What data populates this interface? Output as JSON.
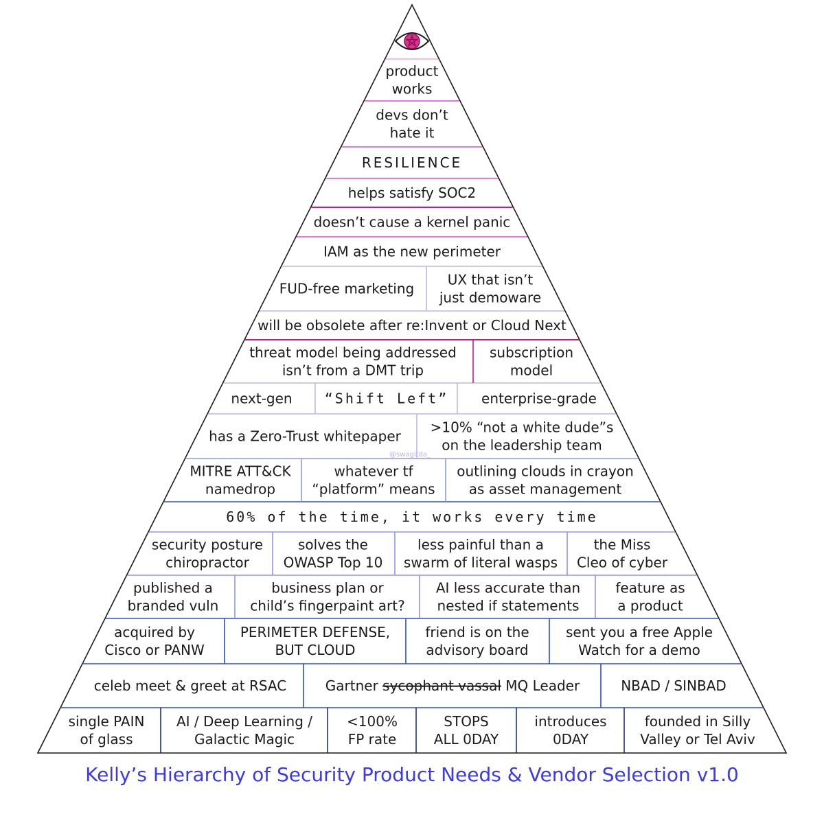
{
  "title": "Kelly’s Hierarchy of Security Product Needs & Vendor Selection v1.0",
  "watermark": "@swagitda_",
  "apex_icon": "all-seeing-eye-pentagram-icon",
  "colors": {
    "title": "#3a3ae6",
    "outline": "#1a1a1a",
    "apex_line": "#f5a6d8",
    "pink_line": "#e24ad0",
    "magenta_line": "#d6157f",
    "lavender_line": "#c1b6ec",
    "blue_line": "#8f95ee",
    "deep_blue_line": "#2a4fc4",
    "navy_line": "#1b2f88",
    "eye_iris": "#d8328f",
    "eye_pupil": "#8a0f4c"
  },
  "tiers": [
    {
      "cells": [
        {
          "lines": [
            "product",
            "works"
          ]
        }
      ]
    },
    {
      "cells": [
        {
          "lines": [
            "devs don’t",
            "hate it"
          ]
        }
      ]
    },
    {
      "cells": [
        {
          "lines": [
            "RESILIENCE"
          ],
          "style": "spaced"
        }
      ]
    },
    {
      "cells": [
        {
          "lines": [
            "helps satisfy SOC2"
          ]
        }
      ]
    },
    {
      "cells": [
        {
          "lines": [
            "doesn’t cause a kernel panic"
          ]
        }
      ]
    },
    {
      "cells": [
        {
          "lines": [
            "IAM as the new perimeter"
          ]
        }
      ]
    },
    {
      "cells": [
        {
          "lines": [
            "FUD-free marketing"
          ]
        },
        {
          "lines": [
            "UX that isn’t",
            "just demoware"
          ]
        }
      ]
    },
    {
      "cells": [
        {
          "lines": [
            "will be obsolete after re:Invent or Cloud Next"
          ]
        }
      ]
    },
    {
      "cells": [
        {
          "lines": [
            "threat model being addressed",
            "isn’t from a DMT trip"
          ]
        },
        {
          "lines": [
            "subscription",
            "model"
          ]
        }
      ]
    },
    {
      "cells": [
        {
          "lines": [
            "next-gen"
          ]
        },
        {
          "lines": [
            "“Shift Left”"
          ],
          "style": "quirky"
        },
        {
          "lines": [
            "enterprise-grade"
          ]
        }
      ]
    },
    {
      "cells": [
        {
          "lines": [
            "has a Zero-Trust whitepaper"
          ]
        },
        {
          "lines": [
            ">10% “not a white dude”s",
            "on the leadership team"
          ]
        }
      ]
    },
    {
      "cells": [
        {
          "lines": [
            "MITRE ATT&CK",
            "namedrop"
          ]
        },
        {
          "lines": [
            "whatever tf",
            "“platform” means"
          ]
        },
        {
          "lines": [
            "outlining clouds in crayon",
            "as asset management"
          ]
        }
      ]
    },
    {
      "cells": [
        {
          "lines": [
            "60% of the time, it works every time"
          ],
          "style": "quirky"
        }
      ]
    },
    {
      "cells": [
        {
          "lines": [
            "security posture",
            "chiropractor"
          ]
        },
        {
          "lines": [
            "solves the",
            "OWASP Top 10"
          ]
        },
        {
          "lines": [
            "less painful than a",
            "swarm of literal wasps"
          ]
        },
        {
          "lines": [
            "the Miss",
            "Cleo of cyber"
          ]
        }
      ]
    },
    {
      "cells": [
        {
          "lines": [
            "published a",
            "branded vuln"
          ]
        },
        {
          "lines": [
            "business plan or",
            "child’s fingerpaint art?"
          ]
        },
        {
          "lines": [
            "AI less accurate than",
            "nested if statements"
          ]
        },
        {
          "lines": [
            "feature as",
            "a product"
          ]
        }
      ]
    },
    {
      "cells": [
        {
          "lines": [
            "acquired by",
            "Cisco or PANW"
          ]
        },
        {
          "lines": [
            "PERIMETER DEFENSE,",
            "BUT CLOUD"
          ]
        },
        {
          "lines": [
            "friend is on the",
            "advisory board"
          ]
        },
        {
          "lines": [
            "sent you a free Apple",
            "Watch for a demo"
          ]
        }
      ]
    },
    {
      "cells": [
        {
          "lines": [
            "celeb meet & greet at RSAC"
          ]
        },
        {
          "lines": [
            "Gartner ",
            "sycophant vassal",
            " MQ Leader"
          ],
          "style": "strike-middle"
        },
        {
          "lines": [
            "NBAD / SINBAD"
          ]
        }
      ]
    },
    {
      "cells": [
        {
          "lines": [
            "single PAIN",
            "of glass"
          ]
        },
        {
          "lines": [
            "AI / Deep Learning /",
            "Galactic Magic"
          ]
        },
        {
          "lines": [
            "<100%",
            "FP rate"
          ]
        },
        {
          "lines": [
            "STOPS",
            "ALL 0DAY"
          ]
        },
        {
          "lines": [
            "introduces",
            "0DAY"
          ]
        },
        {
          "lines": [
            "founded in Silly",
            "Valley or Tel Aviv"
          ]
        }
      ]
    }
  ]
}
